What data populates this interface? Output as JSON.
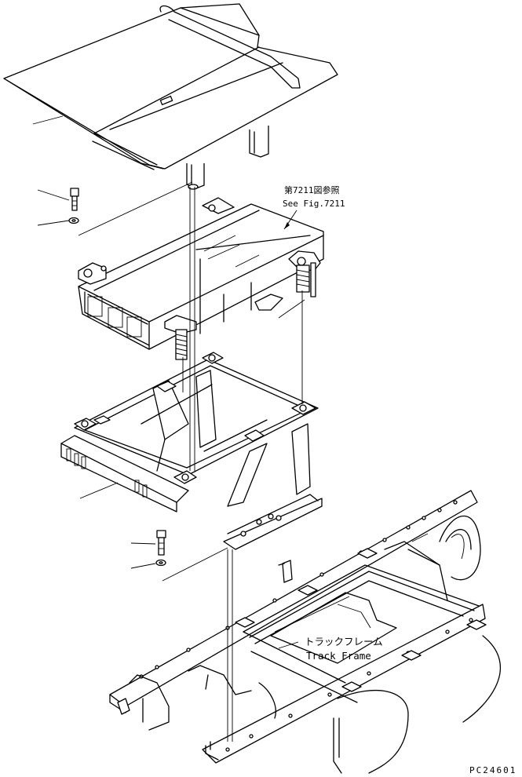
{
  "callouts": {
    "ref_jp": "第7211図参照",
    "ref_en": "See Fig.7211",
    "track_jp": "トラックフレーム",
    "track_en": "Track Frame"
  },
  "drawing_number": "PC24601"
}
